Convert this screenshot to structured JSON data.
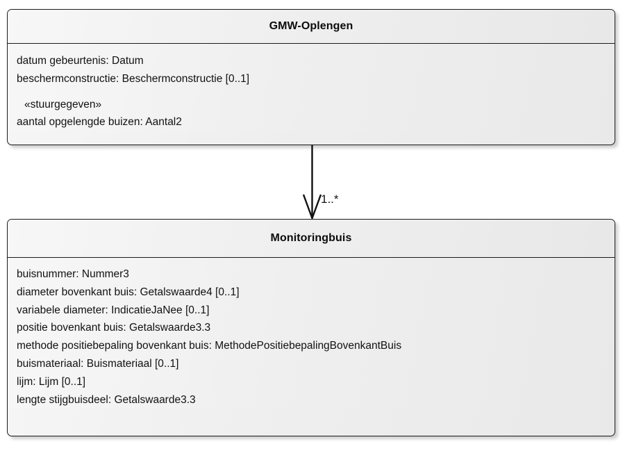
{
  "diagram": {
    "type": "uml-class-diagram",
    "background_color": "#ffffff",
    "classes": [
      {
        "id": "gmw-oplengen",
        "name": "GMW-Oplengen",
        "attributes": [
          {
            "text": "datum gebeurtenis: Datum",
            "style": "normal"
          },
          {
            "text": "beschermconstructie: Beschermconstructie [0..1]",
            "style": "normal"
          },
          {
            "text": "«stuurgegeven»",
            "style": "stereotype"
          },
          {
            "text": "aantal opgelengde buizen: Aantal2",
            "style": "normal"
          }
        ]
      },
      {
        "id": "monitoringbuis",
        "name": "Monitoringbuis",
        "attributes": [
          {
            "text": "buisnummer: Nummer3",
            "style": "normal"
          },
          {
            "text": "diameter bovenkant buis: Getalswaarde4 [0..1]",
            "style": "normal"
          },
          {
            "text": "variabele diameter: IndicatieJaNee [0..1]",
            "style": "normal"
          },
          {
            "text": "positie bovenkant buis: Getalswaarde3.3",
            "style": "normal"
          },
          {
            "text": "methode positiebepaling bovenkant buis: MethodePositiebepalingBovenkantBuis",
            "style": "normal"
          },
          {
            "text": "buismateriaal: Buismateriaal [0..1]",
            "style": "normal"
          },
          {
            "text": "lijm: Lijm [0..1]",
            "style": "normal"
          },
          {
            "text": "lengte stijgbuisdeel: Getalswaarde3.3",
            "style": "normal"
          }
        ]
      }
    ],
    "association": {
      "from": "gmw-oplengen",
      "to": "monitoringbuis",
      "multiplicity_target": "1..*",
      "arrowhead": "open-arrow",
      "line_color": "#111111"
    }
  }
}
